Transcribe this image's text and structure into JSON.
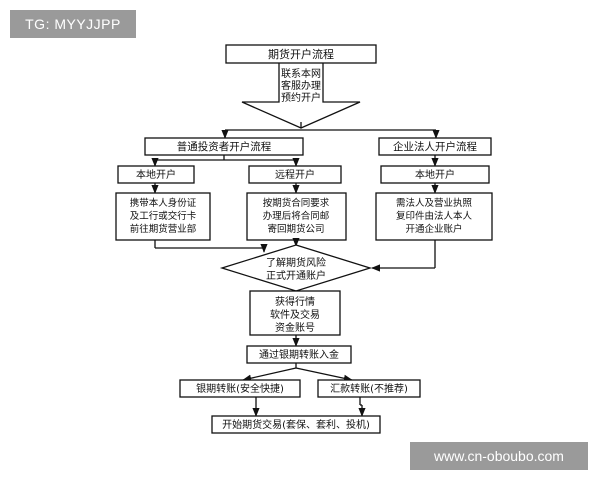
{
  "overlay": {
    "tag_label": "TG: MYYJJPP",
    "watermark": "www.cn-oboubo.com"
  },
  "flow": {
    "title": "期货开户流程",
    "contact_lines": [
      "联系本网",
      "客服办理",
      "预约开户"
    ],
    "individual": {
      "title": "普通投资者开户流程",
      "local": "本地开户",
      "remote": "远程开户",
      "local_desc": [
        "携带本人身份证",
        "及工行或交行卡",
        "前往期货营业部"
      ],
      "remote_desc": [
        "按期货合同要求",
        "办理后将合同邮",
        "寄回期货公司"
      ]
    },
    "enterprise": {
      "title": "企业法人开户流程",
      "local": "本地开户",
      "local_desc": [
        "需法人及营业执照",
        "复印件由法人本人",
        "开通企业账户"
      ]
    },
    "risk_lines": [
      "了解期货风险",
      "正式开通账户"
    ],
    "software_lines": [
      "获得行情",
      "软件及交易",
      "资金账号"
    ],
    "deposit": "通过银期转账入金",
    "bank_transfer": "银期转账(安全快捷)",
    "wire_transfer": "汇款转账(不推荐)",
    "start": "开始期货交易(套保、套利、投机)"
  }
}
